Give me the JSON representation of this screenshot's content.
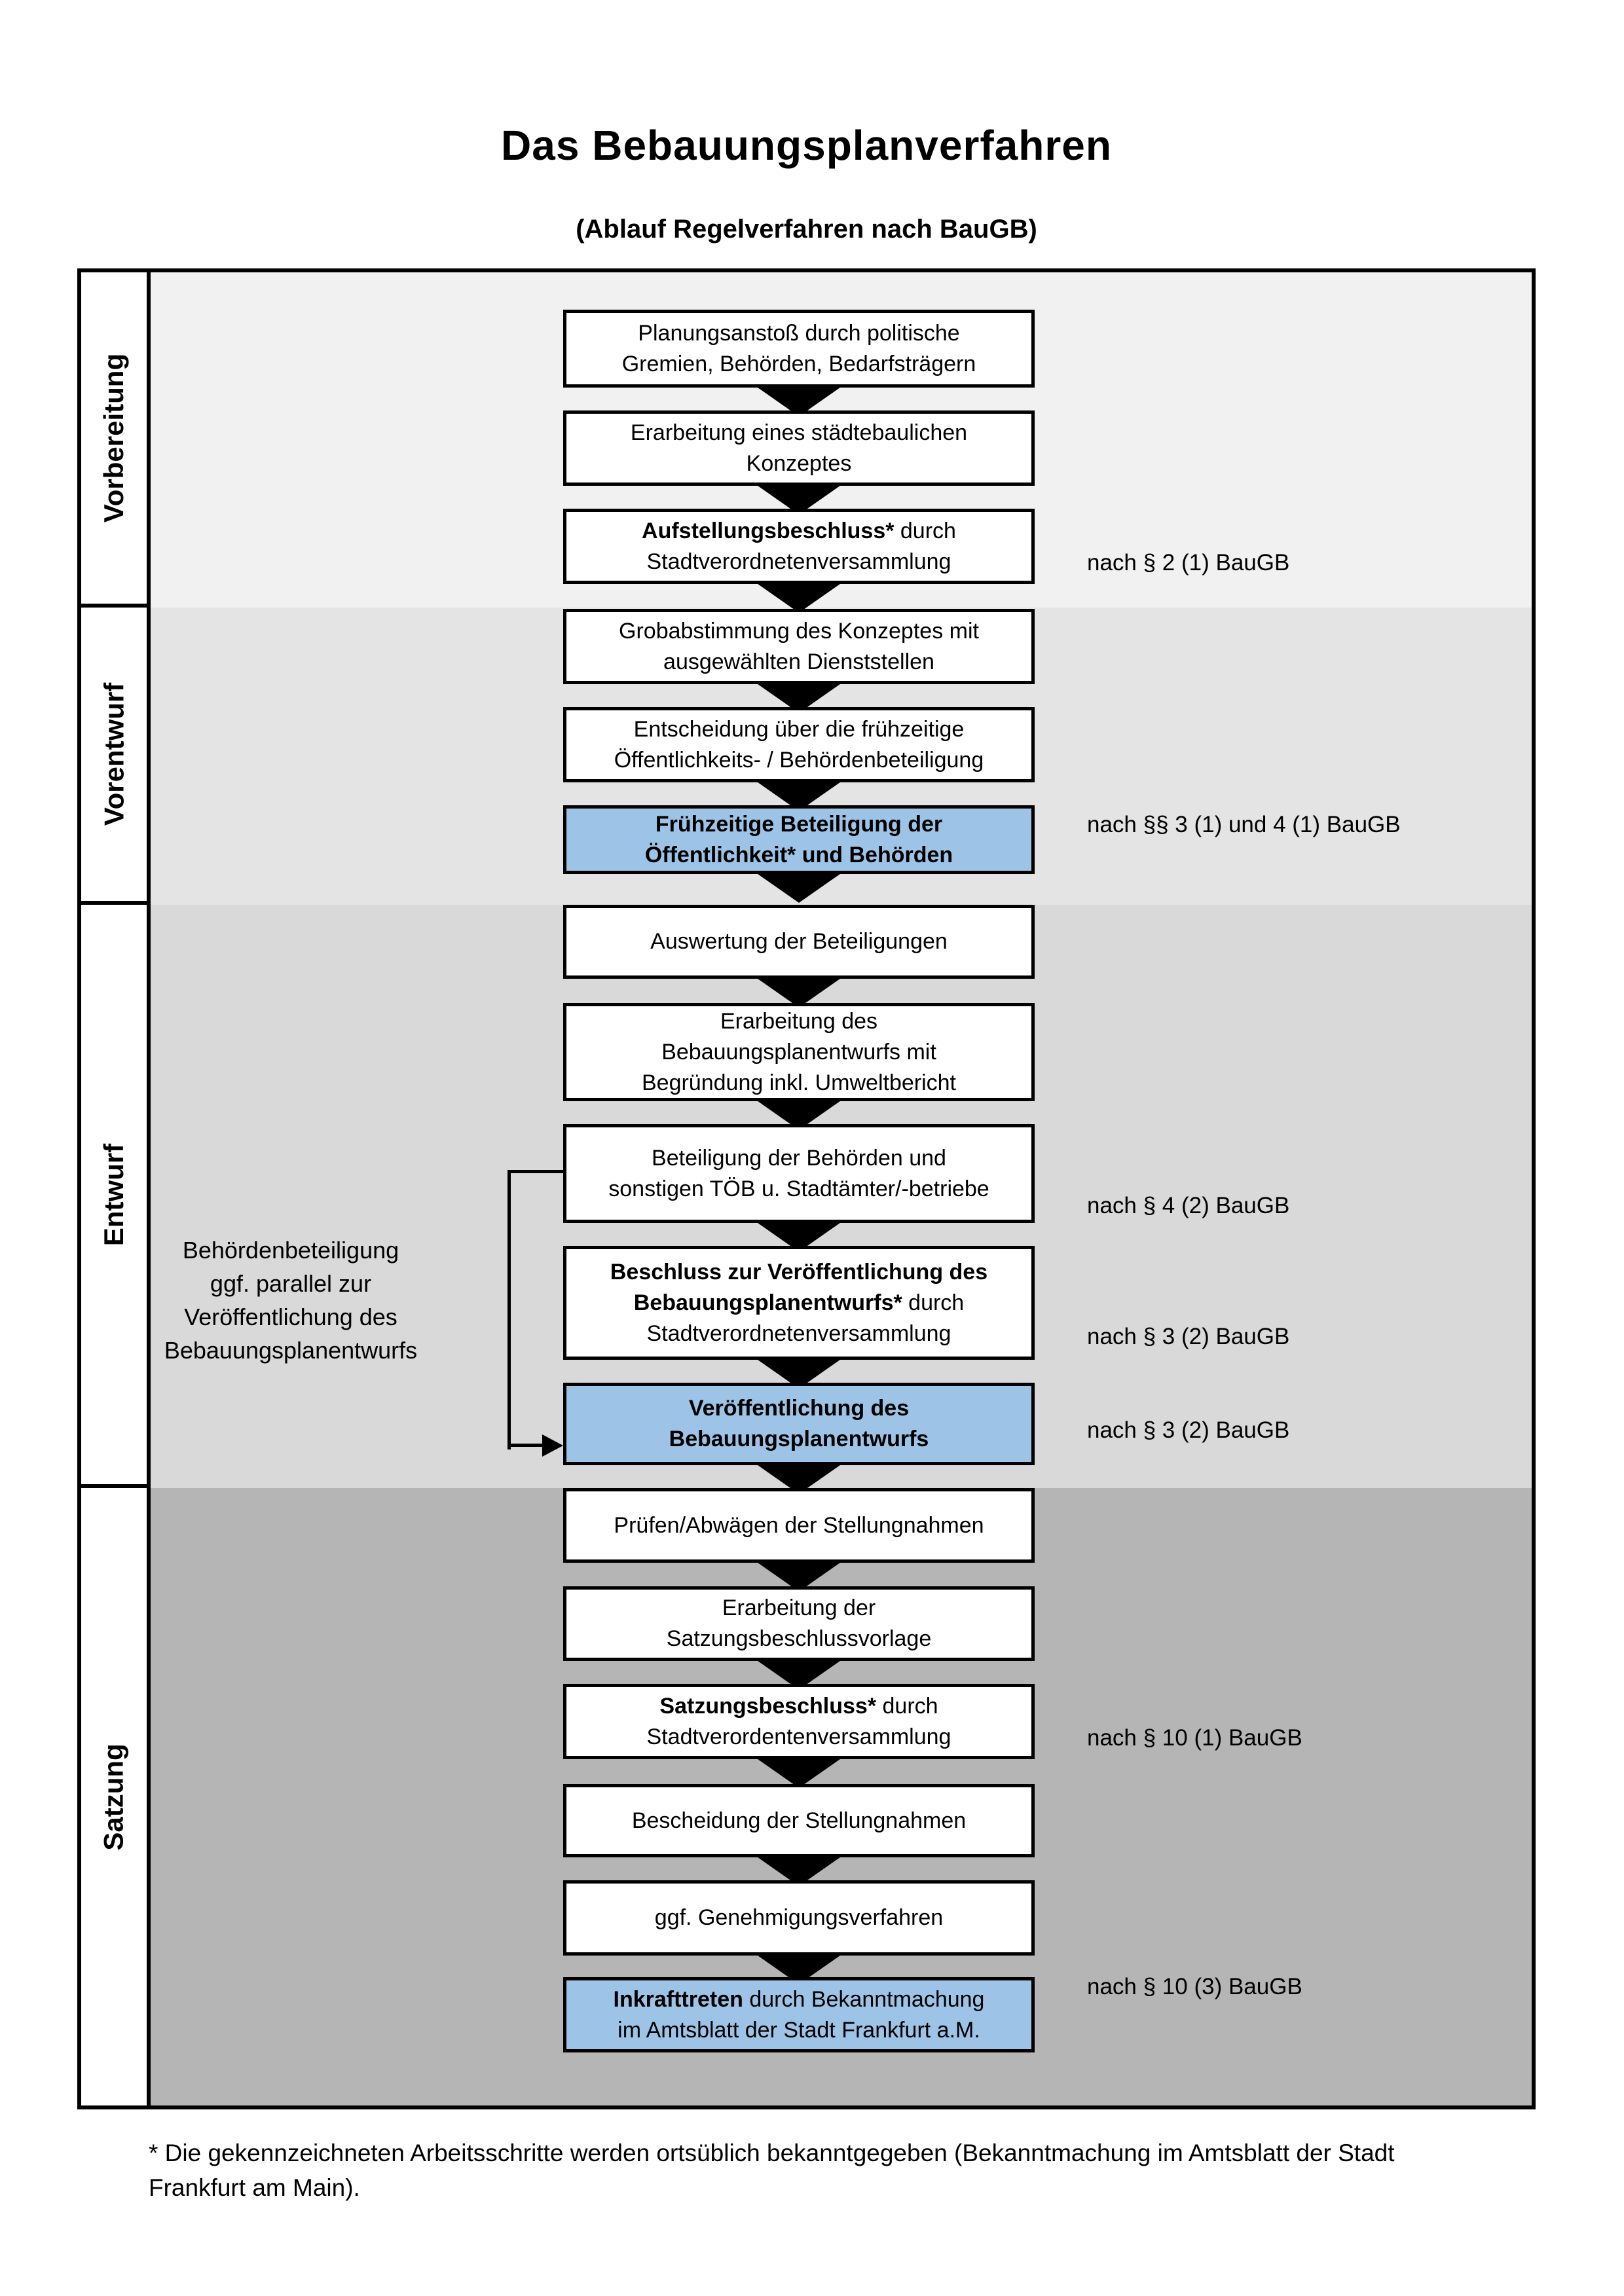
{
  "title": "Das Bebauungsplanverfahren",
  "subtitle": "(Ablauf Regelverfahren nach BauGB)",
  "colors": {
    "highlight_box": "#9dc3e6",
    "box_background": "#ffffff",
    "border": "#000000",
    "band_vorbereitung": "#f1f1f1",
    "band_vorentwurf": "#e4e4e4",
    "band_entwurf": "#d9d9d9",
    "band_satzung": "#b5b5b5"
  },
  "phases": [
    {
      "label": "Vorbereitung"
    },
    {
      "label": "Vorentwurf"
    },
    {
      "label": "Entwurf"
    },
    {
      "label": "Satzung"
    }
  ],
  "flow": {
    "boxes": [
      {
        "lines": [
          {
            "t": "Planungsanstoß durch politische"
          },
          {
            "t": "Gremien, Behörden, Bedarfsträgern"
          }
        ]
      },
      {
        "lines": [
          {
            "t": "Erarbeitung eines städtebaulichen"
          },
          {
            "t": "Konzeptes"
          }
        ]
      },
      {
        "lines": [
          {
            "b": "Aufstellungsbeschluss*",
            "t": " durch"
          },
          {
            "t": "Stadtverordnetenversammlung"
          }
        ]
      },
      {
        "lines": [
          {
            "t": "Grobabstimmung des Konzeptes mit"
          },
          {
            "t": "ausgewählten Dienststellen"
          }
        ]
      },
      {
        "lines": [
          {
            "t": "Entscheidung über die frühzeitige"
          },
          {
            "t": "Öffentlichkeits- / Behördenbeteiligung"
          }
        ]
      },
      {
        "lines": [
          {
            "b": "Frühzeitige Beteiligung der"
          },
          {
            "b": "Öffentlichkeit* und Behörden"
          }
        ]
      },
      {
        "lines": [
          {
            "t": "Auswertung der Beteiligungen"
          }
        ]
      },
      {
        "lines": [
          {
            "t": "Erarbeitung des"
          },
          {
            "t": "Bebauungsplanentwurfs mit"
          },
          {
            "t": "Begründung inkl. Umweltbericht"
          }
        ]
      },
      {
        "lines": [
          {
            "t": "Beteiligung der Behörden und"
          },
          {
            "t": "sonstigen TÖB u. Stadtämter/-betriebe"
          }
        ]
      },
      {
        "lines": [
          {
            "b": "Beschluss zur Veröffentlichung des"
          },
          {
            "b": "Bebauungsplanentwurfs*",
            "t": " durch"
          },
          {
            "t": "Stadtverordnetenversammlung"
          }
        ]
      },
      {
        "lines": [
          {
            "b": "Veröffentlichung des"
          },
          {
            "b": "Bebauungsplanentwurfs"
          }
        ]
      },
      {
        "lines": [
          {
            "t": "Prüfen/Abwägen der Stellungnahmen"
          }
        ]
      },
      {
        "lines": [
          {
            "t": "Erarbeitung der"
          },
          {
            "t": "Satzungsbeschlussvorlage"
          }
        ]
      },
      {
        "lines": [
          {
            "b": "Satzungsbeschluss*",
            "t": " durch"
          },
          {
            "t": "Stadtverordentenversammlung"
          }
        ]
      },
      {
        "lines": [
          {
            "t": "Bescheidung der Stellungnahmen"
          }
        ]
      },
      {
        "lines": [
          {
            "t": "ggf. Genehmigungsverfahren"
          }
        ]
      },
      {
        "lines": [
          {
            "b": "Inkrafttreten",
            "t": " durch Bekanntmachung"
          },
          {
            "t": "im Amtsblatt der Stadt Frankfurt a.M."
          }
        ]
      }
    ]
  },
  "notes": [
    {
      "text": "nach § 2 (1) BauGB"
    },
    {
      "text": "nach §§ 3 (1) und 4 (1) BauGB"
    },
    {
      "text": "nach § 4 (2) BauGB"
    },
    {
      "text": "nach § 3 (2) BauGB"
    },
    {
      "text": "nach § 3 (2) BauGB"
    },
    {
      "text": "nach § 10 (1) BauGB"
    },
    {
      "text": "nach § 10 (3) BauGB"
    }
  ],
  "side_annotation": {
    "lines": [
      "Behördenbeteiligung",
      "ggf. parallel zur",
      "Veröffentlichung des",
      "Bebauungsplanentwurfs"
    ]
  },
  "footnote": {
    "lines": [
      "* Die gekennzeichneten Arbeitsschritte werden ortsüblich bekanntgegeben (Bekanntmachung im Amtsblatt  der Stadt",
      "Frankfurt am Main)."
    ]
  }
}
